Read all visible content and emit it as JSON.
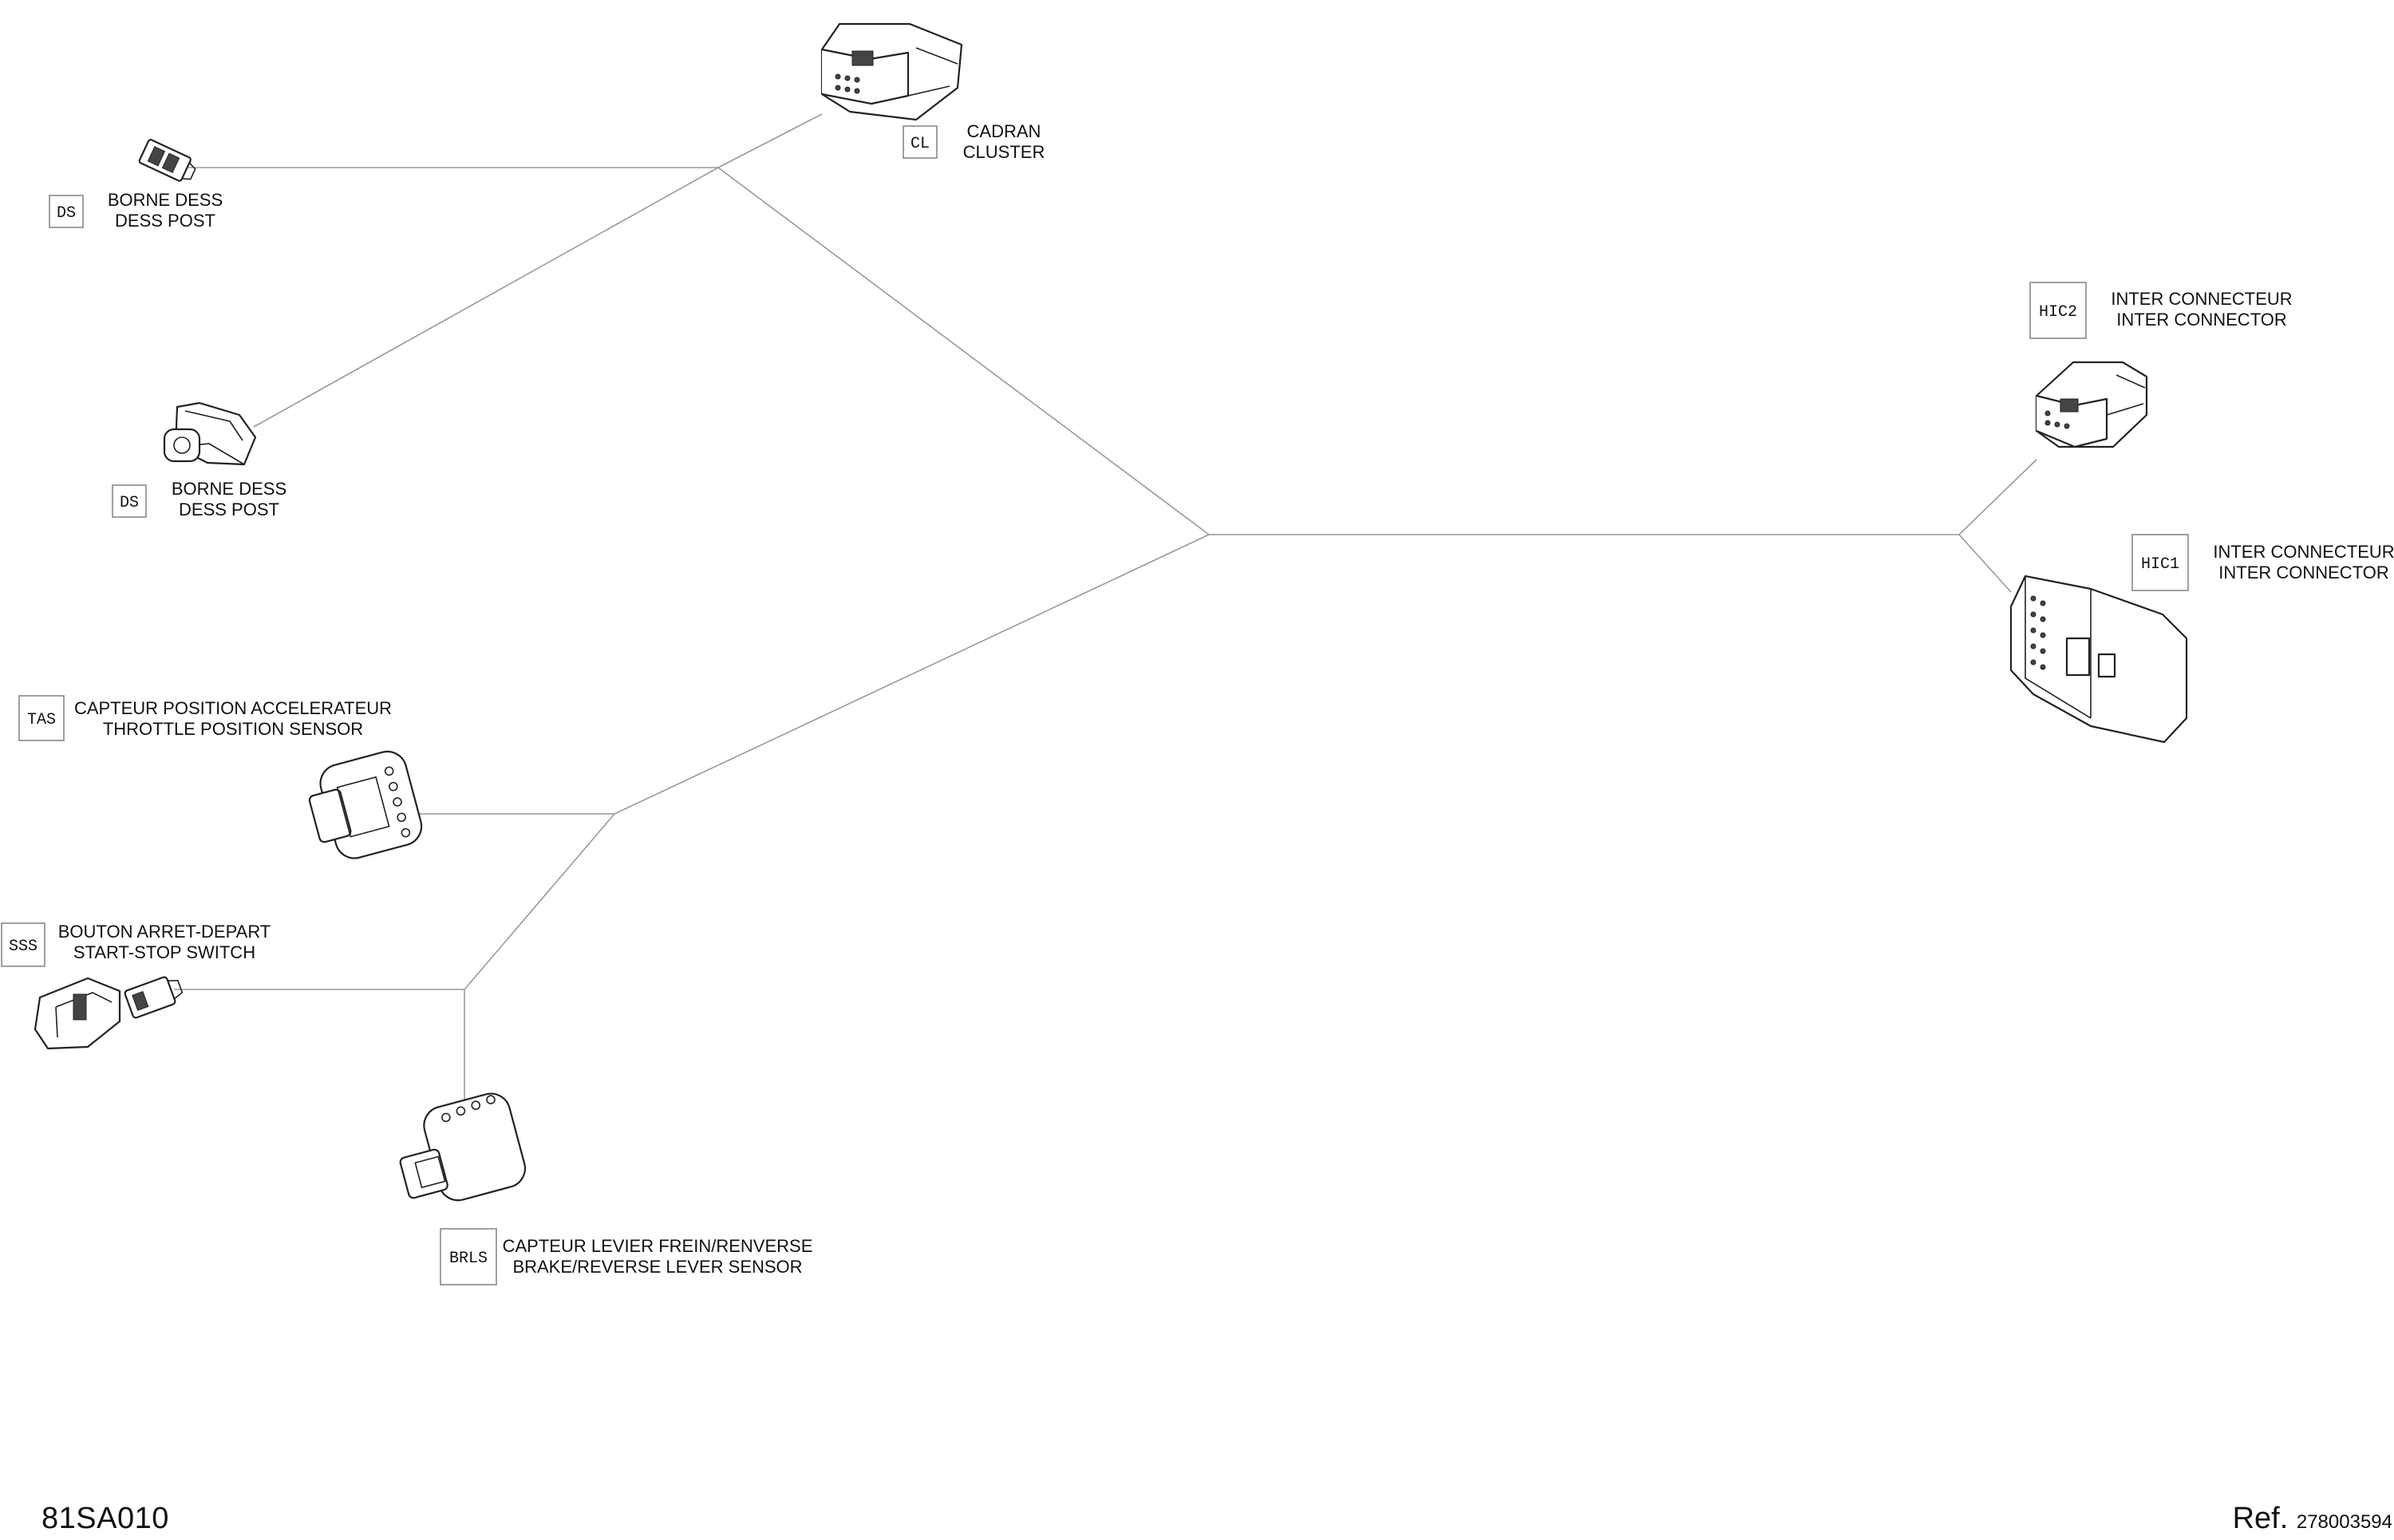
{
  "connectors": {
    "cl": {
      "tag": "CL",
      "line1": "CADRAN",
      "line2": "CLUSTER"
    },
    "ds1": {
      "tag": "DS",
      "line1": "BORNE DESS",
      "line2": "DESS POST"
    },
    "ds2": {
      "tag": "DS",
      "line1": "BORNE DESS",
      "line2": "DESS POST"
    },
    "hic2": {
      "tag": "HIC2",
      "line1": "INTER CONNECTEUR",
      "line2": "INTER CONNECTOR"
    },
    "hic1": {
      "tag": "HIC1",
      "line1": "INTER CONNECTEUR",
      "line2": "INTER CONNECTOR"
    },
    "tas": {
      "tag": "TAS",
      "line1": "CAPTEUR POSITION ACCELERATEUR",
      "line2": "THROTTLE POSITION SENSOR"
    },
    "sss": {
      "tag": "SSS",
      "line1": "BOUTON ARRET-DEPART",
      "line2": "START-STOP SWITCH"
    },
    "brls": {
      "tag": "BRLS",
      "line1": "CAPTEUR LEVIER FREIN/RENVERSE",
      "line2": "BRAKE/REVERSE LEVER SENSOR"
    }
  },
  "footer": {
    "drawing_code": "81SA010",
    "ref_label": "Ref.",
    "ref_number": "278003594"
  }
}
